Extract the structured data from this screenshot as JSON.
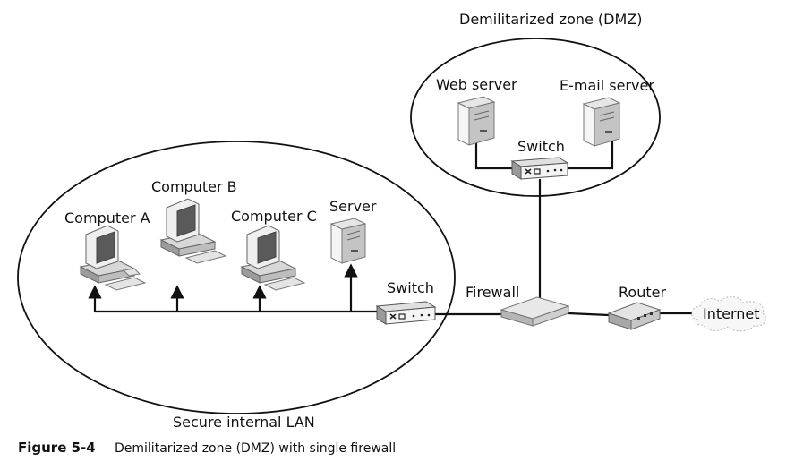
{
  "zones": {
    "dmz_label": "Demilitarized zone (DMZ)",
    "lan_label": "Secure internal LAN"
  },
  "nodes": {
    "web_server": "Web server",
    "email_server": "E-mail server",
    "dmz_switch": "Switch",
    "computer_a": "Computer A",
    "computer_b": "Computer B",
    "computer_c": "Computer C",
    "server": "Server",
    "lan_switch": "Switch",
    "firewall": "Firewall",
    "router": "Router",
    "internet": "Internet"
  },
  "caption": {
    "label": "Figure 5-4",
    "text": "Demilitarized zone (DMZ) with single firewall"
  },
  "colors": {
    "line": "#111111",
    "device_light": "#f2f2f2",
    "device_mid": "#c8c8c8",
    "device_dark": "#8a8a8a"
  }
}
